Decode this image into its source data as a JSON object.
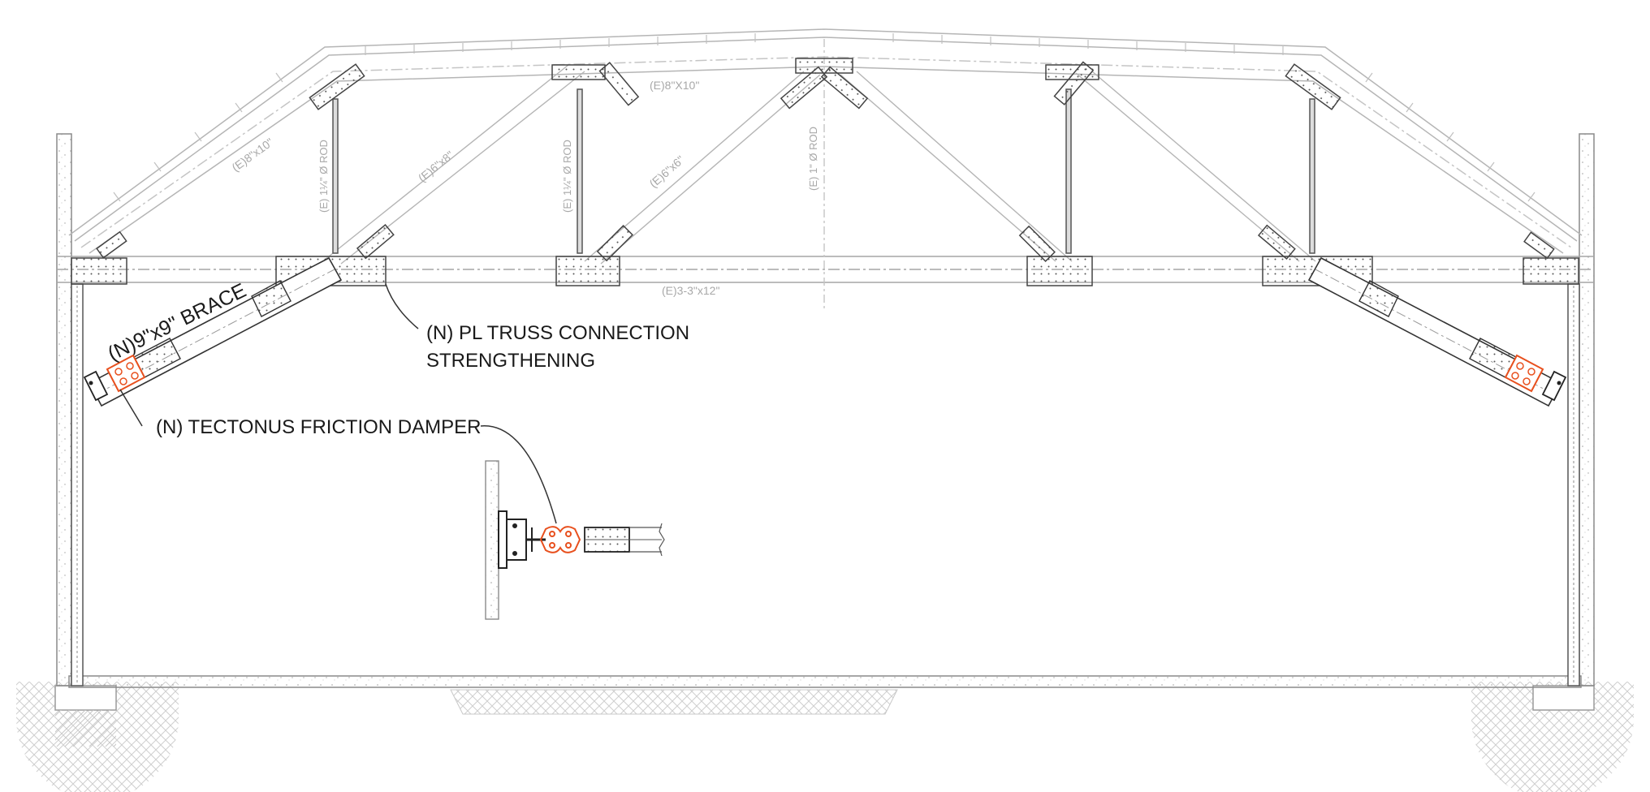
{
  "diagram": {
    "colors": {
      "line": "#7d7d7d",
      "light": "#bdbdbd",
      "ink": "#1a1a1a",
      "damper": "#e8501e",
      "faint_text": "#a8a8a8"
    },
    "annotations": {
      "pl_truss_line1": "(N) PL TRUSS CONNECTION",
      "pl_truss_line2": "STRENGTHENING",
      "damper": "(N) TECTONUS FRICTION DAMPER",
      "brace": "(N)9\"x9\" BRACE"
    },
    "member_labels": {
      "top_chord_left": "(E)8\"x10\"",
      "top_chord_mid": "(E)8\"X10\"",
      "web_left": "(E)6\"x8\"",
      "web_center_left": "(E)6\"x6\"",
      "rod_left": "(E) 1¼\" Ø ROD",
      "rod_mid": "(E) 1¼\" Ø ROD",
      "rod_center": "(E) 1\" Ø ROD",
      "bottom_chord": "(E)3-3\"x12\""
    }
  }
}
